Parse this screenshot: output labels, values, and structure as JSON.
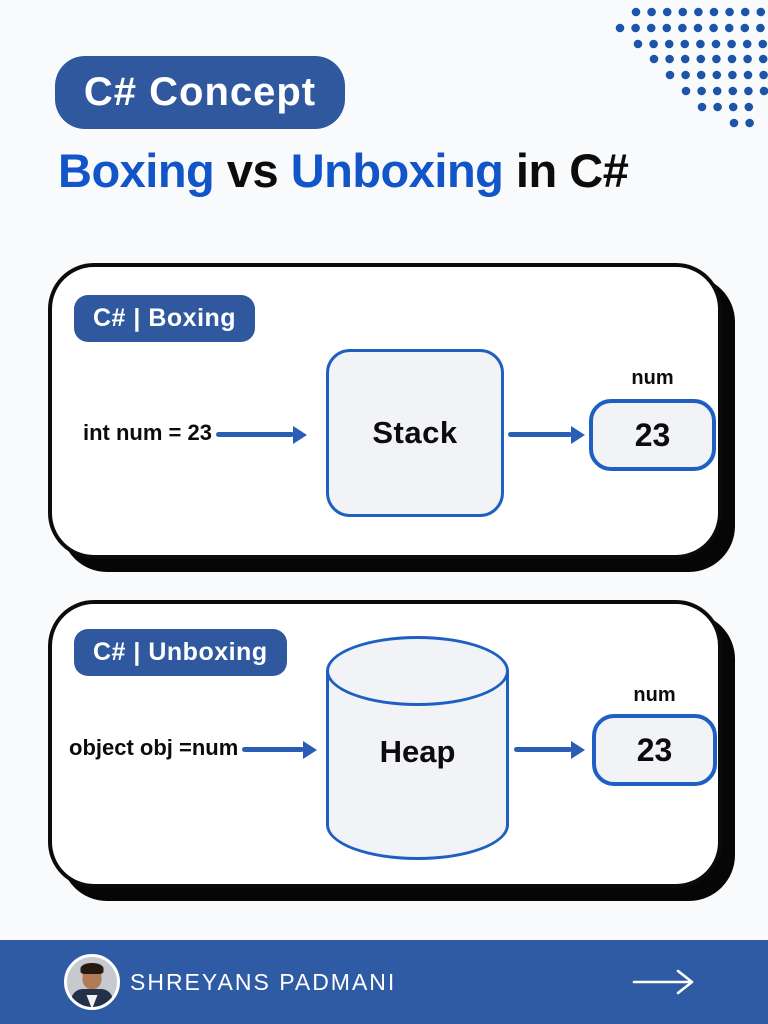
{
  "palette": {
    "badge_blue": "#2f589e",
    "title_blue": "#1155c8",
    "shape_border_blue": "#1e5fc1",
    "arrow_blue": "#2a5db5",
    "footer_blue": "#2e5ba4",
    "dots_blue": "#1d54a8",
    "text_dark": "#0c0c0c",
    "shape_fill": "#f1f3f6"
  },
  "header": {
    "badge": "C# Concept",
    "title_parts": [
      {
        "text": "Boxing",
        "color": "blue"
      },
      {
        "text": " vs ",
        "color": "dark"
      },
      {
        "text": "Unboxing",
        "color": "blue"
      },
      {
        "text": " in C#",
        "color": "dark"
      }
    ]
  },
  "cards": [
    {
      "badge": "C# | Boxing",
      "input_label": "int num = 23",
      "container_label": "Stack",
      "container_shape": "rounded-box",
      "result_label": "num",
      "result_value": "23"
    },
    {
      "badge": "C# | Unboxing",
      "input_label": "object obj =num",
      "container_label": "Heap",
      "container_shape": "cylinder",
      "result_label": "num",
      "result_value": "23"
    }
  ],
  "footer": {
    "author": "SHREYANS PADMANI",
    "arrow_icon": "right-arrow"
  }
}
